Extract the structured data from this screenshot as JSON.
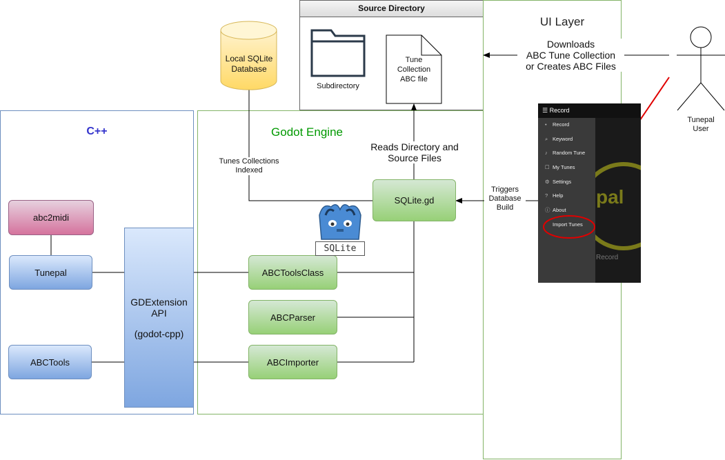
{
  "regions": {
    "cpp": "C++",
    "godot": "Godot Engine",
    "ui": "UI Layer",
    "source": "Source Directory"
  },
  "nodes": {
    "abc2midi": "abc2midi",
    "tunepal": "Tunepal",
    "abctools": "ABCTools",
    "gdextension_line1": "GDExtension",
    "gdextension_line2": "API",
    "gdextension_line3": "(godot-cpp)",
    "sqlite_gd": "SQLite.gd",
    "abctoolsclass": "ABCToolsClass",
    "abcparser": "ABCParser",
    "abcimporter": "ABCImporter",
    "database_line1": "Local SQLite",
    "database_line2": "Database",
    "subdirectory": "Subdirectory",
    "file_line1": "Tune",
    "file_line2": "Collection",
    "file_line3": "ABC file",
    "sqlite_logo": "SQLite"
  },
  "labels": {
    "tunes_indexed_1": "Tunes Collections",
    "tunes_indexed_2": "Indexed",
    "reads_dir_1": "Reads Directory and",
    "reads_dir_2": "Source Files",
    "triggers_1": "Triggers",
    "triggers_2": "Database",
    "triggers_3": "Build",
    "downloads_1": "Downloads",
    "downloads_2": "ABC Tune Collection",
    "downloads_3": "or Creates ABC Files"
  },
  "actor": {
    "name_1": "Tunepal",
    "name_2": "User"
  },
  "phone": {
    "title": "Record",
    "menu": [
      "Record",
      "Keyword",
      "Random Tune",
      "My Tunes",
      "Settings",
      "Help",
      "About",
      "Import Tunes"
    ],
    "icons": [
      "mic-icon",
      "search-icon",
      "note-icon",
      "tunes-icon",
      "gear-icon",
      "help-icon",
      "info-icon",
      "import-icon"
    ],
    "glyphs": [
      "•",
      "⌕",
      "♪",
      "☐",
      "⚙",
      "?",
      "ⓘ",
      ""
    ],
    "logo_text": "pal",
    "bottom_text": "Record"
  },
  "colors": {
    "cpp_border": "#6c8ebf",
    "godot_border": "#82b366",
    "highlight": "#e00000"
  }
}
